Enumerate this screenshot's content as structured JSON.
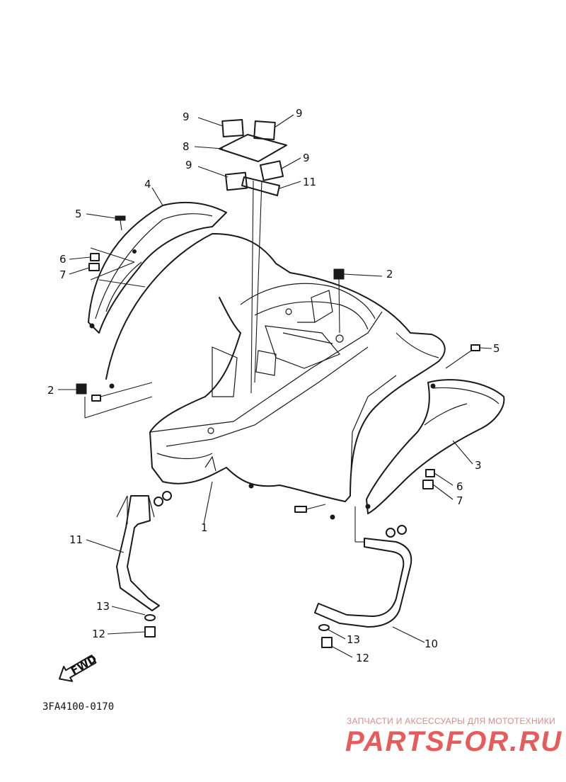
{
  "diagram": {
    "code": "3FA4100-0170",
    "fwd_label": "FWD",
    "callouts": [
      {
        "id": "c9a",
        "text": "9"
      },
      {
        "id": "c9b",
        "text": "9"
      },
      {
        "id": "c8",
        "text": "8"
      },
      {
        "id": "c9c",
        "text": "9"
      },
      {
        "id": "c9d",
        "text": "9"
      },
      {
        "id": "c11a",
        "text": "11"
      },
      {
        "id": "c4",
        "text": "4"
      },
      {
        "id": "c5a",
        "text": "5"
      },
      {
        "id": "c6a",
        "text": "6"
      },
      {
        "id": "c7a",
        "text": "7"
      },
      {
        "id": "c2a",
        "text": "2"
      },
      {
        "id": "c5b",
        "text": "5"
      },
      {
        "id": "c2b",
        "text": "2"
      },
      {
        "id": "c3",
        "text": "3"
      },
      {
        "id": "c6b",
        "text": "6"
      },
      {
        "id": "c7b",
        "text": "7"
      },
      {
        "id": "c1",
        "text": "1"
      },
      {
        "id": "c11b",
        "text": "11"
      },
      {
        "id": "c13a",
        "text": "13"
      },
      {
        "id": "c12a",
        "text": "12"
      },
      {
        "id": "c13b",
        "text": "13"
      },
      {
        "id": "c10",
        "text": "10"
      },
      {
        "id": "c12b",
        "text": "12"
      }
    ]
  },
  "watermark": {
    "tagline": "ЗАПЧАСТИ И АКСЕССУАРЫ ДЛЯ МОТОТЕХНИКИ",
    "brand": "PARTSFOR.RU"
  }
}
